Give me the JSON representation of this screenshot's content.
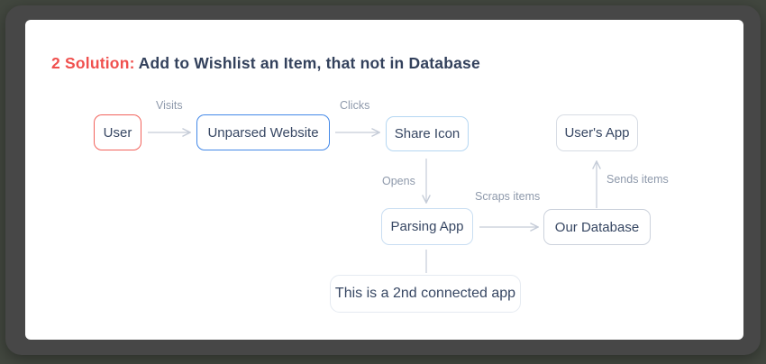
{
  "title": {
    "prefix": "2 Solution:",
    "rest": "Add to Wishlist an Item, that not in Database"
  },
  "colors": {
    "page_background": "#42473f",
    "frame_background": "#474747",
    "card_background": "#ffffff",
    "title_accent": "#f0504e",
    "title_text": "#33415c",
    "node_text": "#374763",
    "edge_label": "#8e99ab",
    "edge_line": "#c5ccd8"
  },
  "diagram": {
    "nodes": [
      {
        "id": "user",
        "label": "User",
        "border_color": "#f2635c"
      },
      {
        "id": "unparsed-website",
        "label": "Unparsed Website",
        "border_color": "#4489e8"
      },
      {
        "id": "share-icon",
        "label": "Share Icon",
        "border_color": "#b5d7f2"
      },
      {
        "id": "users-app",
        "label": "User's App",
        "border_color": "#d7dce4"
      },
      {
        "id": "parsing-app",
        "label": "Parsing App",
        "border_color": "#c9def2"
      },
      {
        "id": "our-database",
        "label": "Our Database",
        "border_color": "#ccd2dc"
      },
      {
        "id": "note",
        "label": "This is a 2nd connected app",
        "border_color": "#e5eaf1"
      }
    ],
    "edge_labels": {
      "visits": "Visits",
      "clicks": "Clicks",
      "opens": "Opens",
      "scraps": "Scraps items",
      "sends": "Sends items"
    }
  }
}
